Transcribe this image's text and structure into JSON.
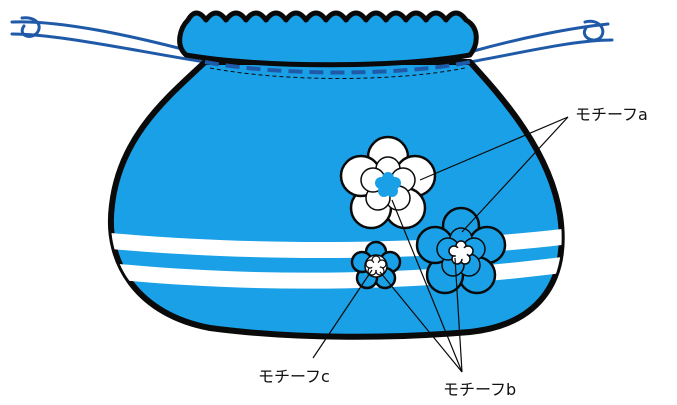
{
  "labels": {
    "motif_a": "モチーフa",
    "motif_b": "モチーフb",
    "motif_c": "モチーフc"
  },
  "colors": {
    "bag_blue": "#1aa0e6",
    "outline": "#0a0a0a",
    "stripe": "#ffffff",
    "cord": "#1f5aa8",
    "stitch": "#1f5aa8"
  },
  "icons": {
    "bag": "drawstring-pouch",
    "motif_a": "flower-white-petals",
    "motif_b": "flower-blue-petals",
    "motif_c": "small-flower"
  }
}
